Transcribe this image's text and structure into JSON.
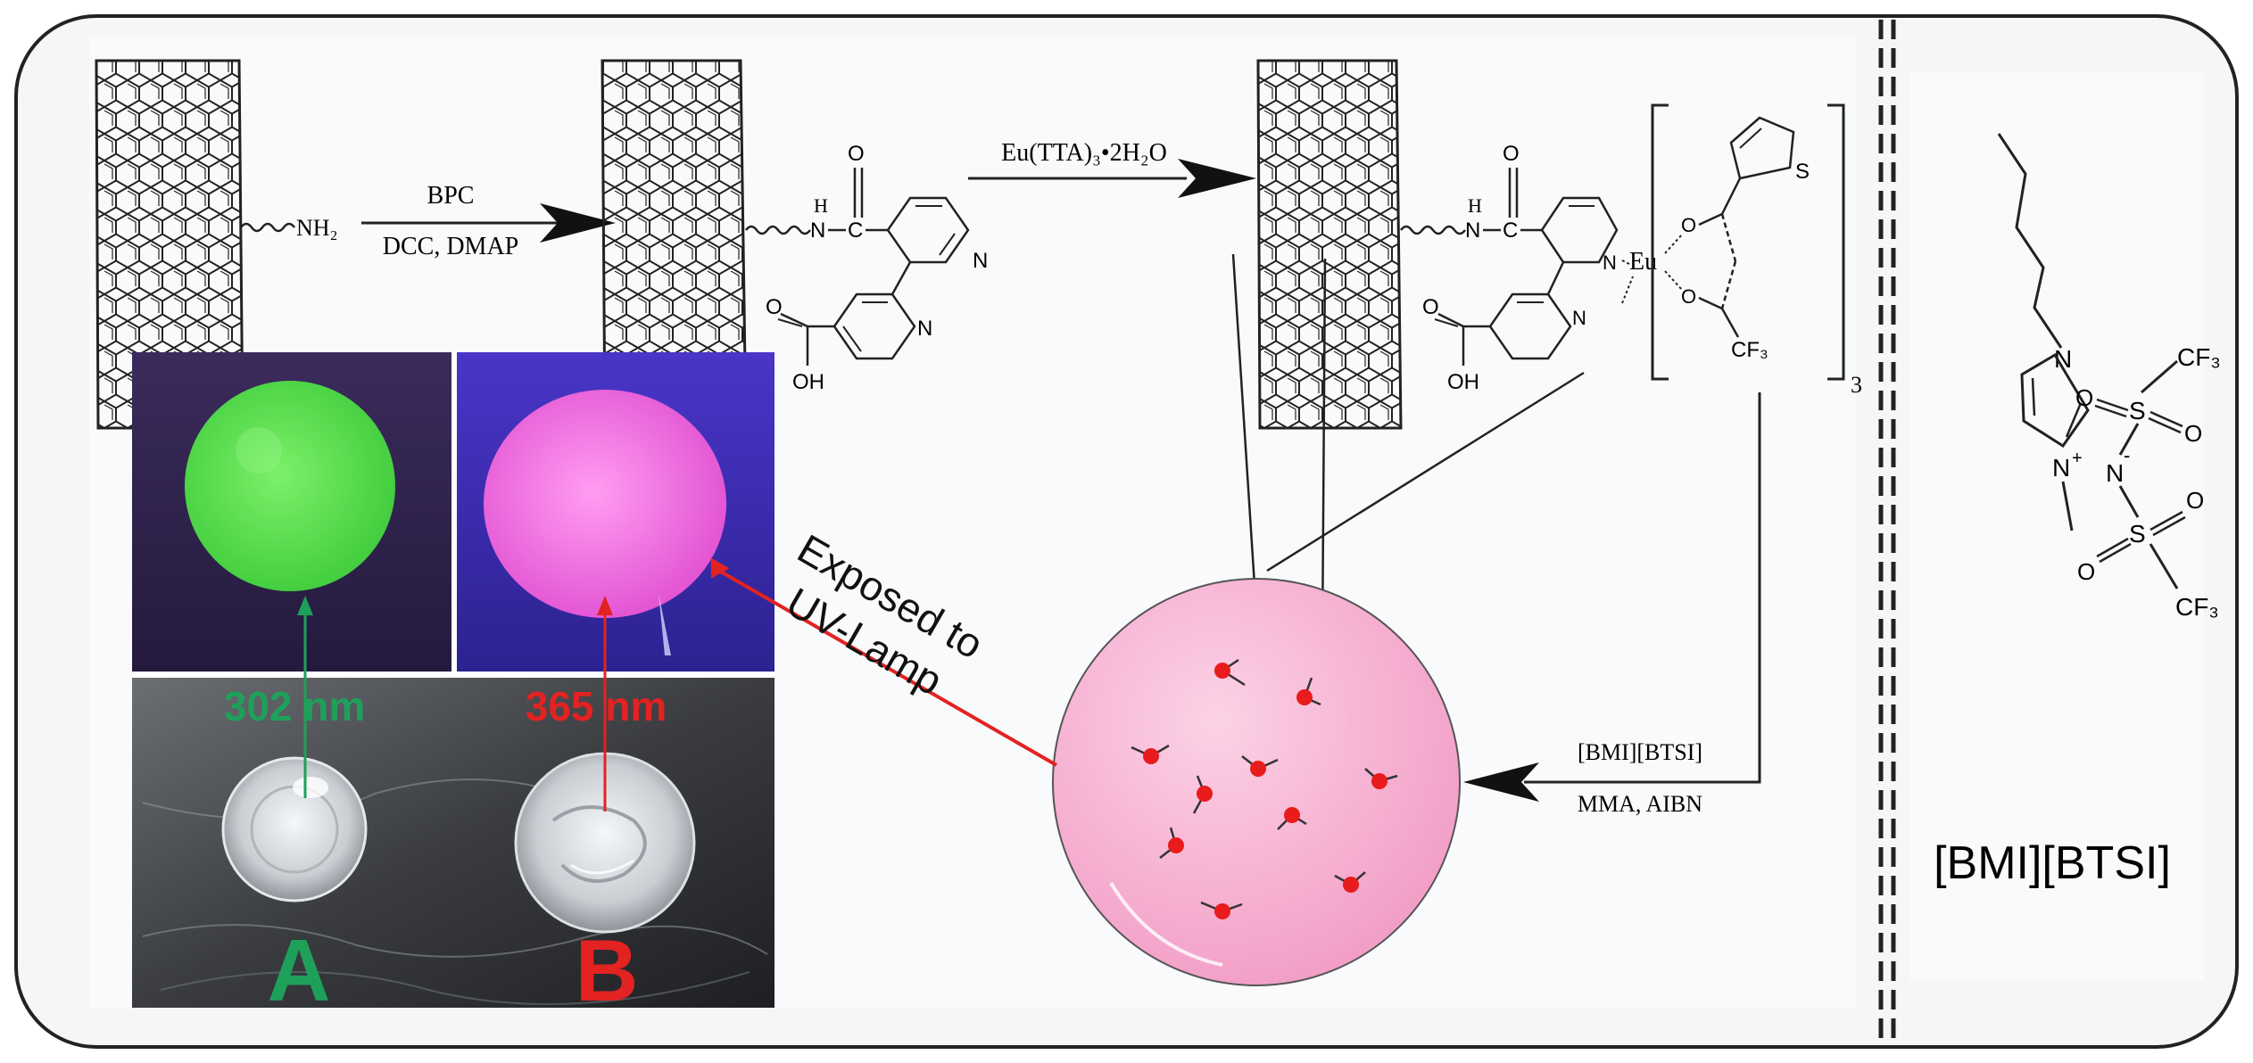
{
  "reaction": {
    "step1_reagent_top": "BPC",
    "step1_reagent_bottom": "DCC, DMAP",
    "step2_reagent": "Eu(TTA)₃•2H₂O",
    "step3_reagent_top": "[BMI][BTSI]",
    "step3_reagent_bottom": "MMA, AIBN"
  },
  "molecule1": {
    "nh2": "NH₂"
  },
  "molecule2": {
    "h": "H",
    "n": "N",
    "c": "C",
    "o": "O",
    "py_n1": "N",
    "py_n2": "N",
    "oh": "OH",
    "acid_o": "O"
  },
  "molecule3": {
    "h": "H",
    "n": "N",
    "c": "C",
    "o": "O",
    "py_n1": "N",
    "py_n2": "N",
    "eu": "Eu",
    "o1": "O",
    "o2": "O",
    "s": "S",
    "cf3": "CF₃",
    "subscript": "3",
    "oh": "OH",
    "acid_o": "O"
  },
  "photos": {
    "label_a": "A",
    "label_b": "B",
    "wavelength_a": "302 nm",
    "wavelength_b": "365 nm",
    "exposure_line1": "Exposed to",
    "exposure_line2": "UV-Lamp"
  },
  "ionic_liquid": {
    "n1": "N",
    "n2": "N",
    "plus": "+",
    "s1": "S",
    "s2": "S",
    "n_anion": "N",
    "minus": "-",
    "o1": "O",
    "o2": "O",
    "o3": "O",
    "o4": "O",
    "cf3_top": "CF₃",
    "cf3_bottom": "CF₃",
    "name": "[BMI][BTSI]"
  },
  "colors": {
    "panel_bg": "#f4f6f8",
    "green_glow": "#54e04a",
    "pink_glow": "#f06ae0",
    "green_text": "#1fa05a",
    "red_text": "#e32222",
    "sphere": "#f6b6d4",
    "dot": "#e81c1c"
  }
}
